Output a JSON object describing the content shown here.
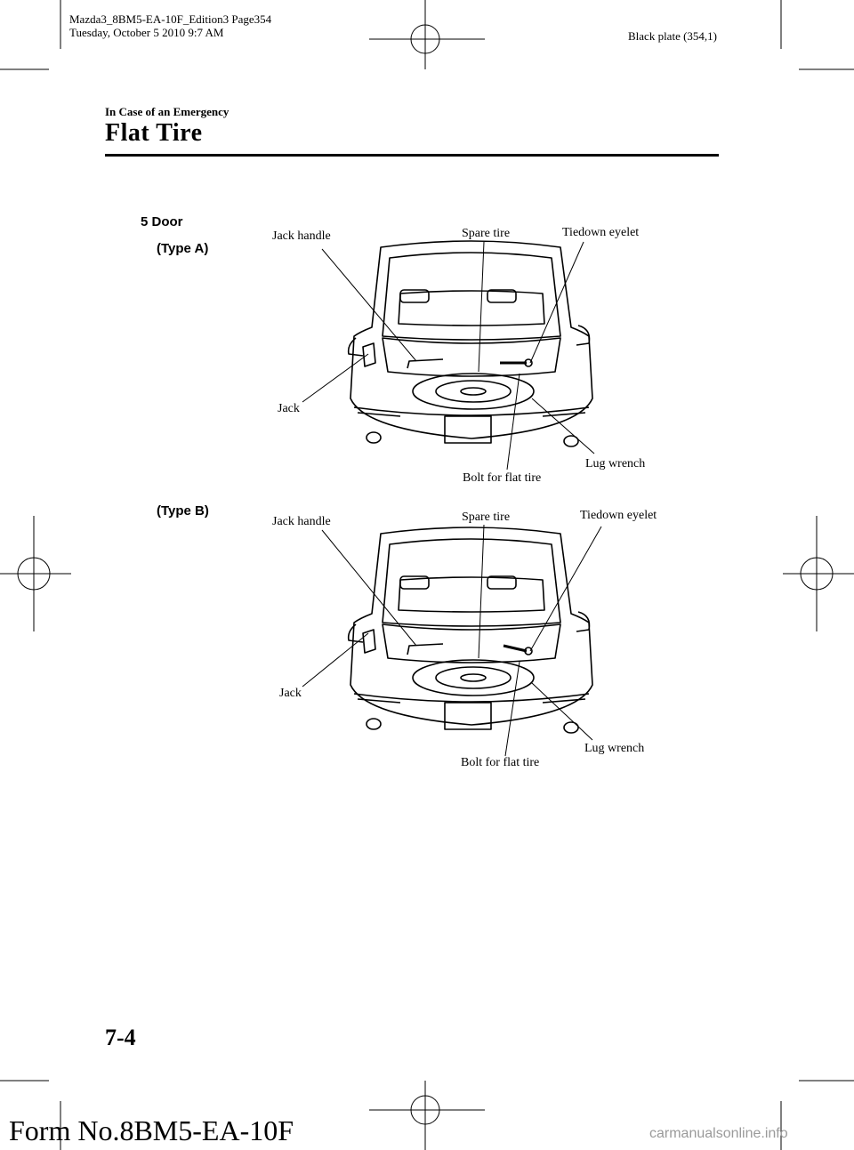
{
  "header": {
    "line1": "Mazda3_8BM5-EA-10F_Edition3 Page354",
    "line2": "Tuesday, October 5 2010 9:7 AM",
    "plate": "Black plate (354,1)"
  },
  "section": "In Case of an Emergency",
  "title": "Flat Tire",
  "body_variant": "5 Door",
  "figures": [
    {
      "type_label": "(Type A)",
      "callouts": {
        "jack_handle": "Jack handle",
        "spare_tire": "Spare tire",
        "tiedown_eyelet": "Tiedown eyelet",
        "jack": "Jack",
        "lug_wrench": "Lug wrench",
        "bolt": "Bolt for flat tire"
      }
    },
    {
      "type_label": "(Type B)",
      "callouts": {
        "jack_handle": "Jack handle",
        "spare_tire": "Spare tire",
        "tiedown_eyelet": "Tiedown eyelet",
        "jack": "Jack",
        "lug_wrench": "Lug wrench",
        "bolt": "Bolt for flat tire"
      }
    }
  ],
  "footer": {
    "page_number": "7-4",
    "form_number": "Form No.8BM5-EA-10F",
    "watermark": "carmanualsonline.info"
  }
}
